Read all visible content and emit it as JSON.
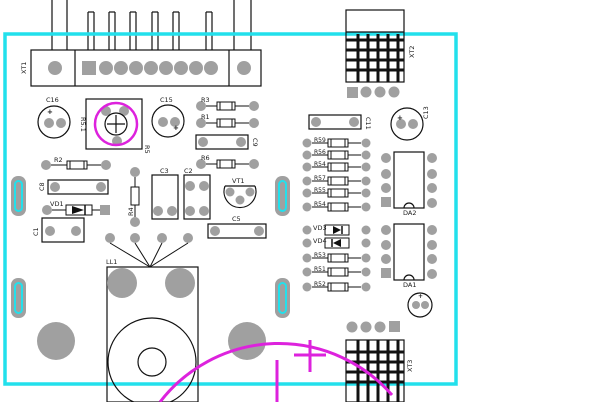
{
  "connectors": {
    "xt1": "XT1",
    "xt2": "XT2",
    "xt3": "XT3"
  },
  "caps": {
    "c1": "C1",
    "c2": "C2",
    "c3": "C3",
    "c5": "C5",
    "c9": "C9",
    "c13": "C13",
    "c15": "C15",
    "c16": "C16",
    "c8": "C8",
    "c11": "C11"
  },
  "resistors": {
    "r1": "R1",
    "r2": "R2",
    "r3": "R3",
    "r4": "R4",
    "r6": "R6",
    "r51": "R5.1",
    "r5": "R5",
    "right_column": [
      "R59",
      "R56",
      "R54",
      "R57",
      "R55",
      "R54",
      "R53",
      "R51",
      "R52"
    ]
  },
  "semis": {
    "vd1": "VD1",
    "vd3": "VD3",
    "vd4": "VD4",
    "vt1": "VT1",
    "da1": "DA1",
    "da2": "DA2",
    "ll1": "LL1"
  },
  "colors": {
    "board_outline": "#22e0ec",
    "highlight": "#dd22dd",
    "pad": "#a0a0a0",
    "silk": "#111111"
  }
}
